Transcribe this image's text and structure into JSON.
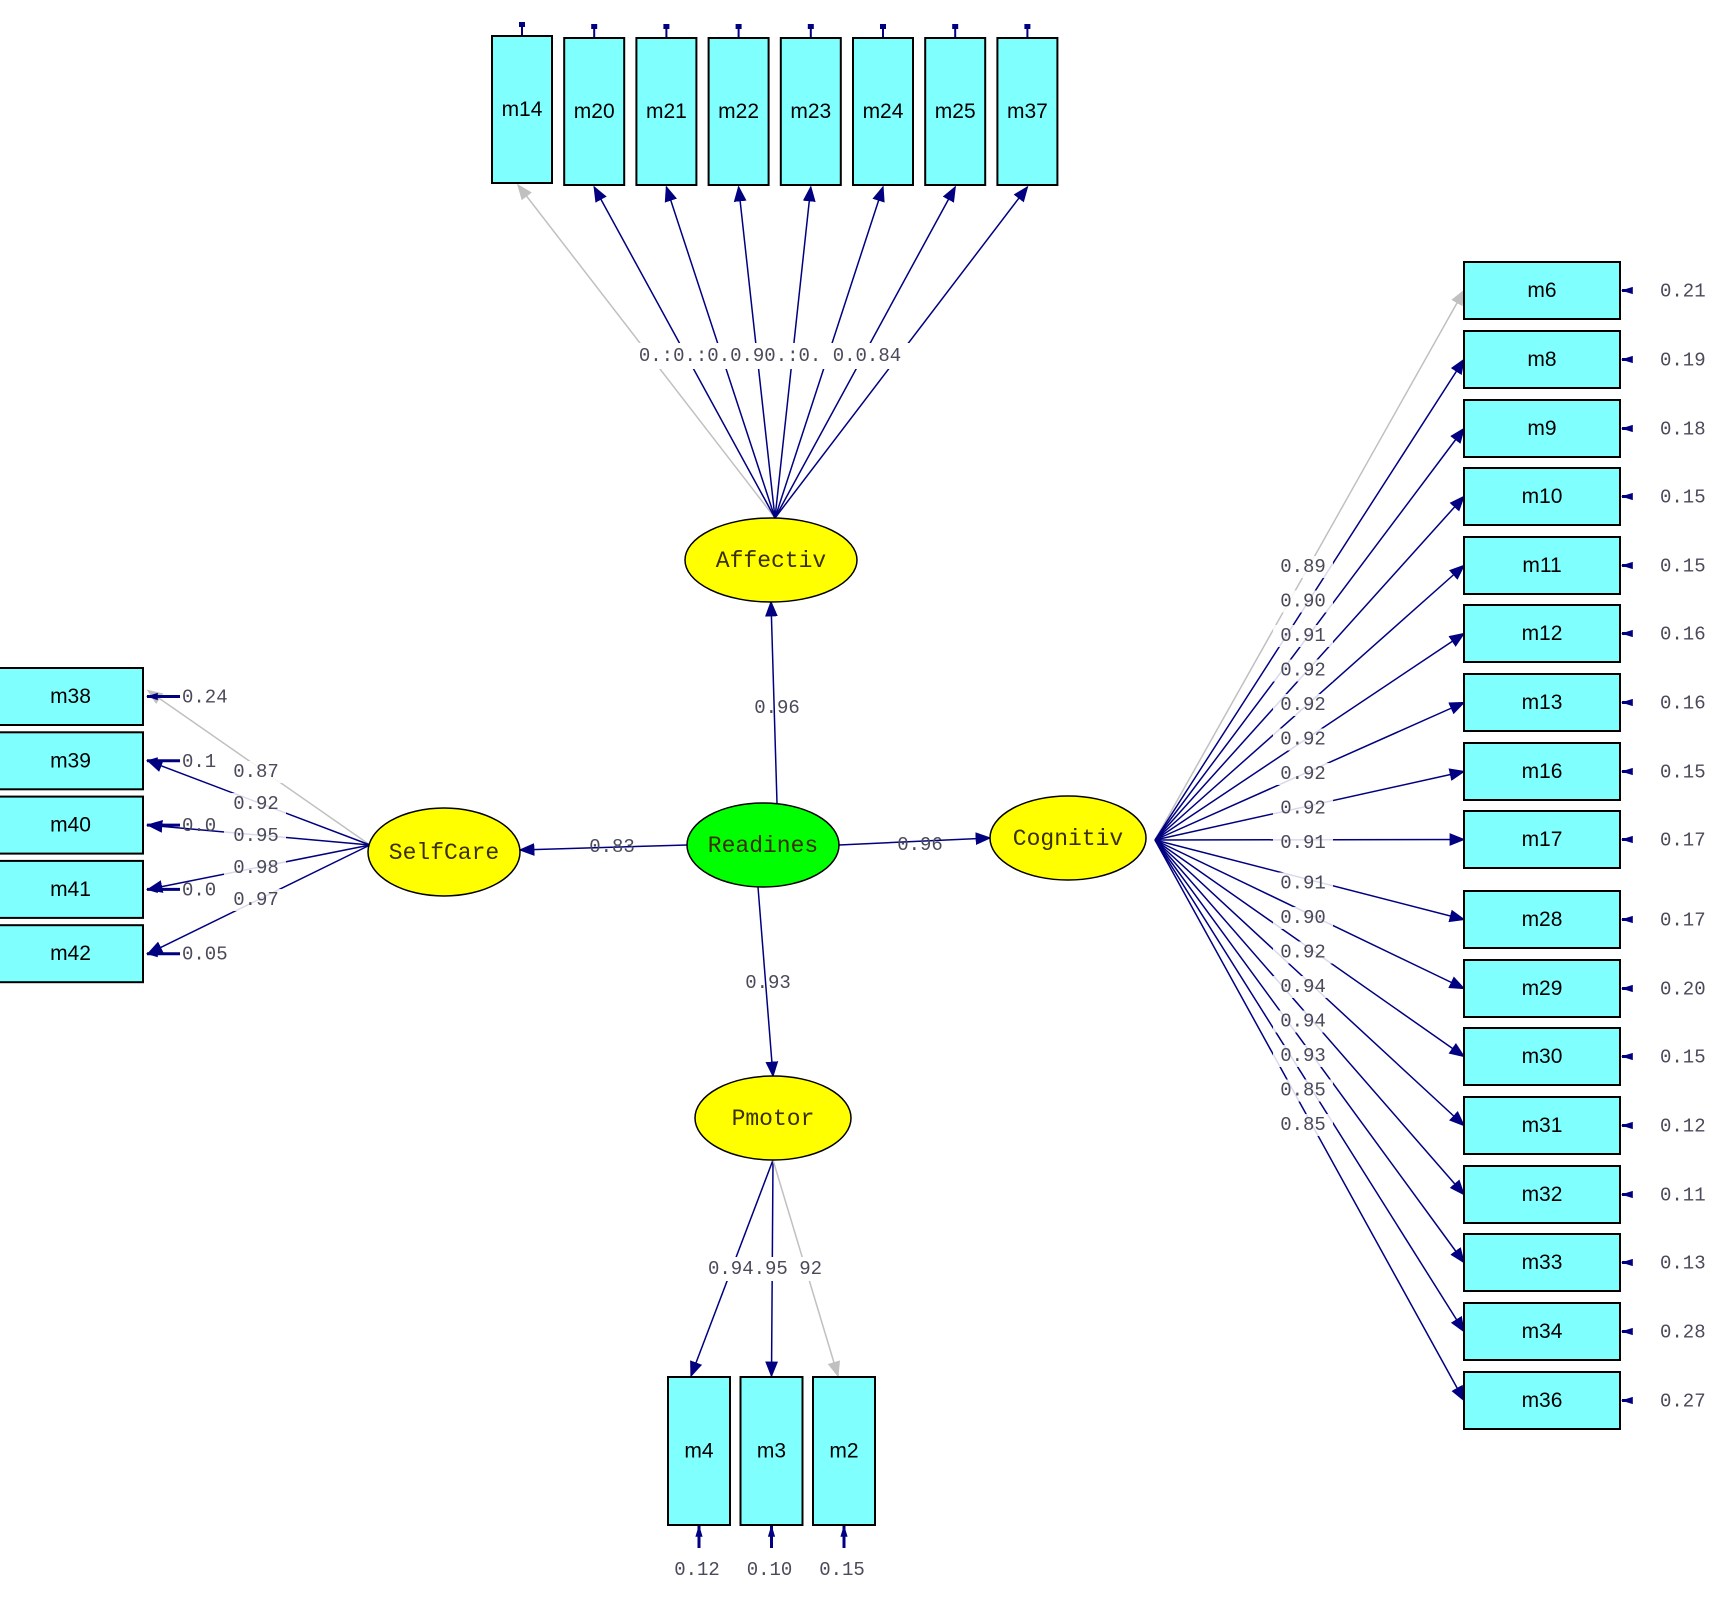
{
  "diagram": {
    "type": "structural-equation-path-diagram",
    "colors": {
      "observed_fill": "#80ffff",
      "latent_fill": "#ffff00",
      "second_order_fill": "#00ff00",
      "path_color": "#000080",
      "fixed_path_color": "#c0c0c0",
      "outline": "#000000"
    },
    "second_order": {
      "id": "Readines",
      "label": "Readines"
    },
    "first_order": [
      {
        "id": "Affectiv",
        "label": "Affectiv",
        "loading_from_readines": "0.96"
      },
      {
        "id": "Cognitiv",
        "label": "Cognitiv",
        "loading_from_readines": "0.96"
      },
      {
        "id": "SelfCare",
        "label": "SelfCare",
        "loading_from_readines": "0.83"
      },
      {
        "id": "Pmotor",
        "label": "Pmotor",
        "loading_from_readines": "0.93"
      }
    ],
    "indicators": {
      "Affectiv": [
        {
          "name": "m14",
          "loading": "0.8",
          "residual": "",
          "fixed": true
        },
        {
          "name": "m20",
          "loading": "0.8",
          "residual": ""
        },
        {
          "name": "m21",
          "loading": "0.",
          "residual": ""
        },
        {
          "name": "m22",
          "loading": "0.9",
          "residual": ""
        },
        {
          "name": "m23",
          "loading": "0.",
          "residual": ""
        },
        {
          "name": "m24",
          "loading": "0.",
          "residual": ""
        },
        {
          "name": "m25",
          "loading": "0.",
          "residual": ""
        },
        {
          "name": "m37",
          "loading": "0.84",
          "residual": ""
        }
      ],
      "Affectiv_label_text": "0.:0.:0.0.90.:0. 0.0.84",
      "Cognitiv": [
        {
          "name": "m6",
          "loading": "0.89",
          "residual": "0.21",
          "fixed": true
        },
        {
          "name": "m8",
          "loading": "0.90",
          "residual": "0.19"
        },
        {
          "name": "m9",
          "loading": "0.91",
          "residual": "0.18"
        },
        {
          "name": "m10",
          "loading": "0.92",
          "residual": "0.15"
        },
        {
          "name": "m11",
          "loading": "0.92",
          "residual": "0.15"
        },
        {
          "name": "m12",
          "loading": "0.92",
          "residual": "0.16"
        },
        {
          "name": "m13",
          "loading": "0.92",
          "residual": "0.16"
        },
        {
          "name": "m16",
          "loading": "0.92",
          "residual": "0.15"
        },
        {
          "name": "m17",
          "loading": "0.91",
          "residual": "0.17"
        },
        {
          "name": "m28",
          "loading": "0.91",
          "residual": "0.17"
        },
        {
          "name": "m29",
          "loading": "0.90",
          "residual": "0.20"
        },
        {
          "name": "m30",
          "loading": "0.92",
          "residual": "0.15"
        },
        {
          "name": "m31",
          "loading": "0.94",
          "residual": "0.12"
        },
        {
          "name": "m32",
          "loading": "0.94",
          "residual": "0.11"
        },
        {
          "name": "m33",
          "loading": "0.93",
          "residual": "0.13"
        },
        {
          "name": "m34",
          "loading": "0.85",
          "residual": "0.28"
        },
        {
          "name": "m36",
          "loading": "0.85",
          "residual": "0.27"
        }
      ],
      "SelfCare": [
        {
          "name": "m38",
          "loading": "0.87",
          "residual": "0.24",
          "fixed": true
        },
        {
          "name": "m39",
          "loading": "0.92",
          "residual": "0.1"
        },
        {
          "name": "m40",
          "loading": "0.95",
          "residual": "0.0"
        },
        {
          "name": "m41",
          "loading": "0.98",
          "residual": "0.0"
        },
        {
          "name": "m42",
          "loading": "0.97",
          "residual": "0.05"
        }
      ],
      "Pmotor": [
        {
          "name": "m4",
          "loading": "0.94",
          "residual": "0.12"
        },
        {
          "name": "m3",
          "loading": ".95",
          "residual": "0.10"
        },
        {
          "name": "m2",
          "loading": "92",
          "residual": "0.15",
          "fixed": true
        }
      ],
      "Pmotor_label_text": "0.94.95 92"
    }
  }
}
